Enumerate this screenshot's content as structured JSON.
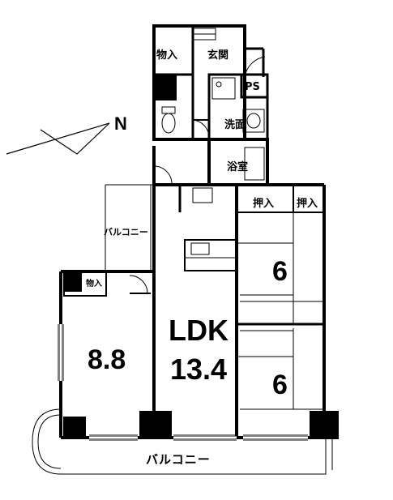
{
  "floor_plan": {
    "labels": {
      "storage_entry": "物入",
      "entrance": "玄関",
      "ps": "PS",
      "washroom": "洗面",
      "bath": "浴室",
      "closet_1": "押入",
      "closet_2": "押入",
      "balcony_side": "バルコニー",
      "storage_western": "物入",
      "balcony_main": "バルコニー"
    },
    "rooms": {
      "western_size": "8.8",
      "ldk_name": "LDK",
      "ldk_size": "13.4",
      "japanese_1_size": "6",
      "japanese_2_size": "6"
    },
    "compass": {
      "north_label": "N"
    }
  },
  "colors": {
    "wall": "#000000",
    "thin": "#666666",
    "background": "#ffffff"
  }
}
